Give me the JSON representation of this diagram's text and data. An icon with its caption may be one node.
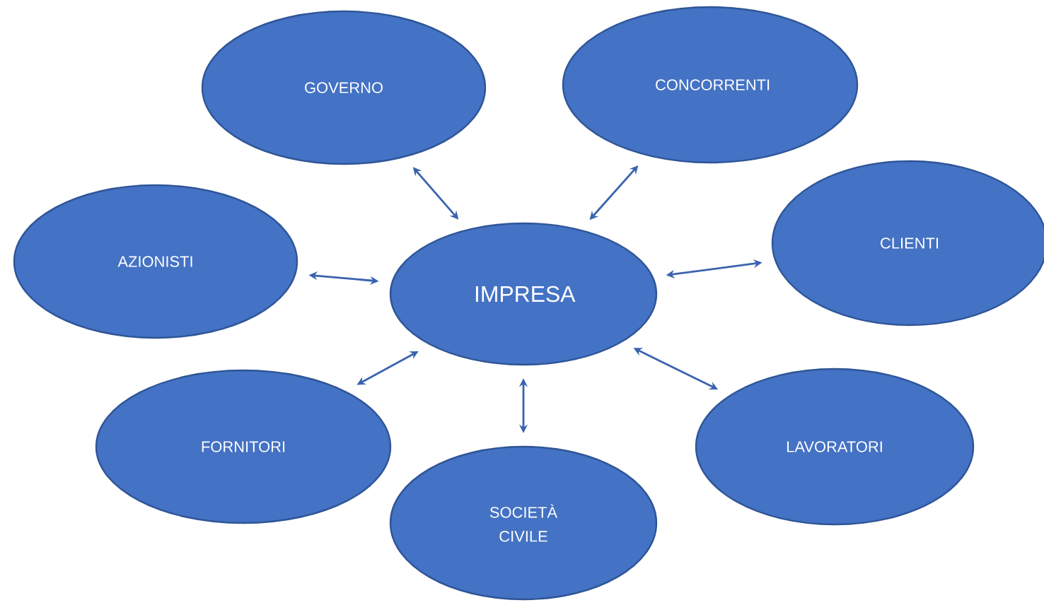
{
  "diagram": {
    "nodes": [
      {
        "text": [
          "GOVERNO"
        ]
      },
      {
        "text": [
          "CONCORRENTI"
        ]
      },
      {
        "text": [
          "AZIONISTI"
        ]
      },
      {
        "text": [
          "IMPRESA"
        ]
      },
      {
        "text": [
          "CLIENTI"
        ]
      },
      {
        "text": [
          "FORNITORI"
        ]
      },
      {
        "text": [
          "LAVORATORI"
        ]
      },
      {
        "text": [
          "SOCIETÀ CIVILE"
        ]
      }
    ],
    "edges": [
      {
        "from": 3,
        "to": 0,
        "arrow": "both"
      },
      {
        "from": 3,
        "to": 1,
        "arrow": "both"
      },
      {
        "from": 3,
        "to": 2,
        "arrow": "both"
      },
      {
        "from": 3,
        "to": 4,
        "arrow": "both"
      },
      {
        "from": 3,
        "to": 5,
        "arrow": "both"
      },
      {
        "from": 3,
        "to": 6,
        "arrow": "both"
      },
      {
        "from": 3,
        "to": 7,
        "arrow": "both"
      }
    ]
  }
}
